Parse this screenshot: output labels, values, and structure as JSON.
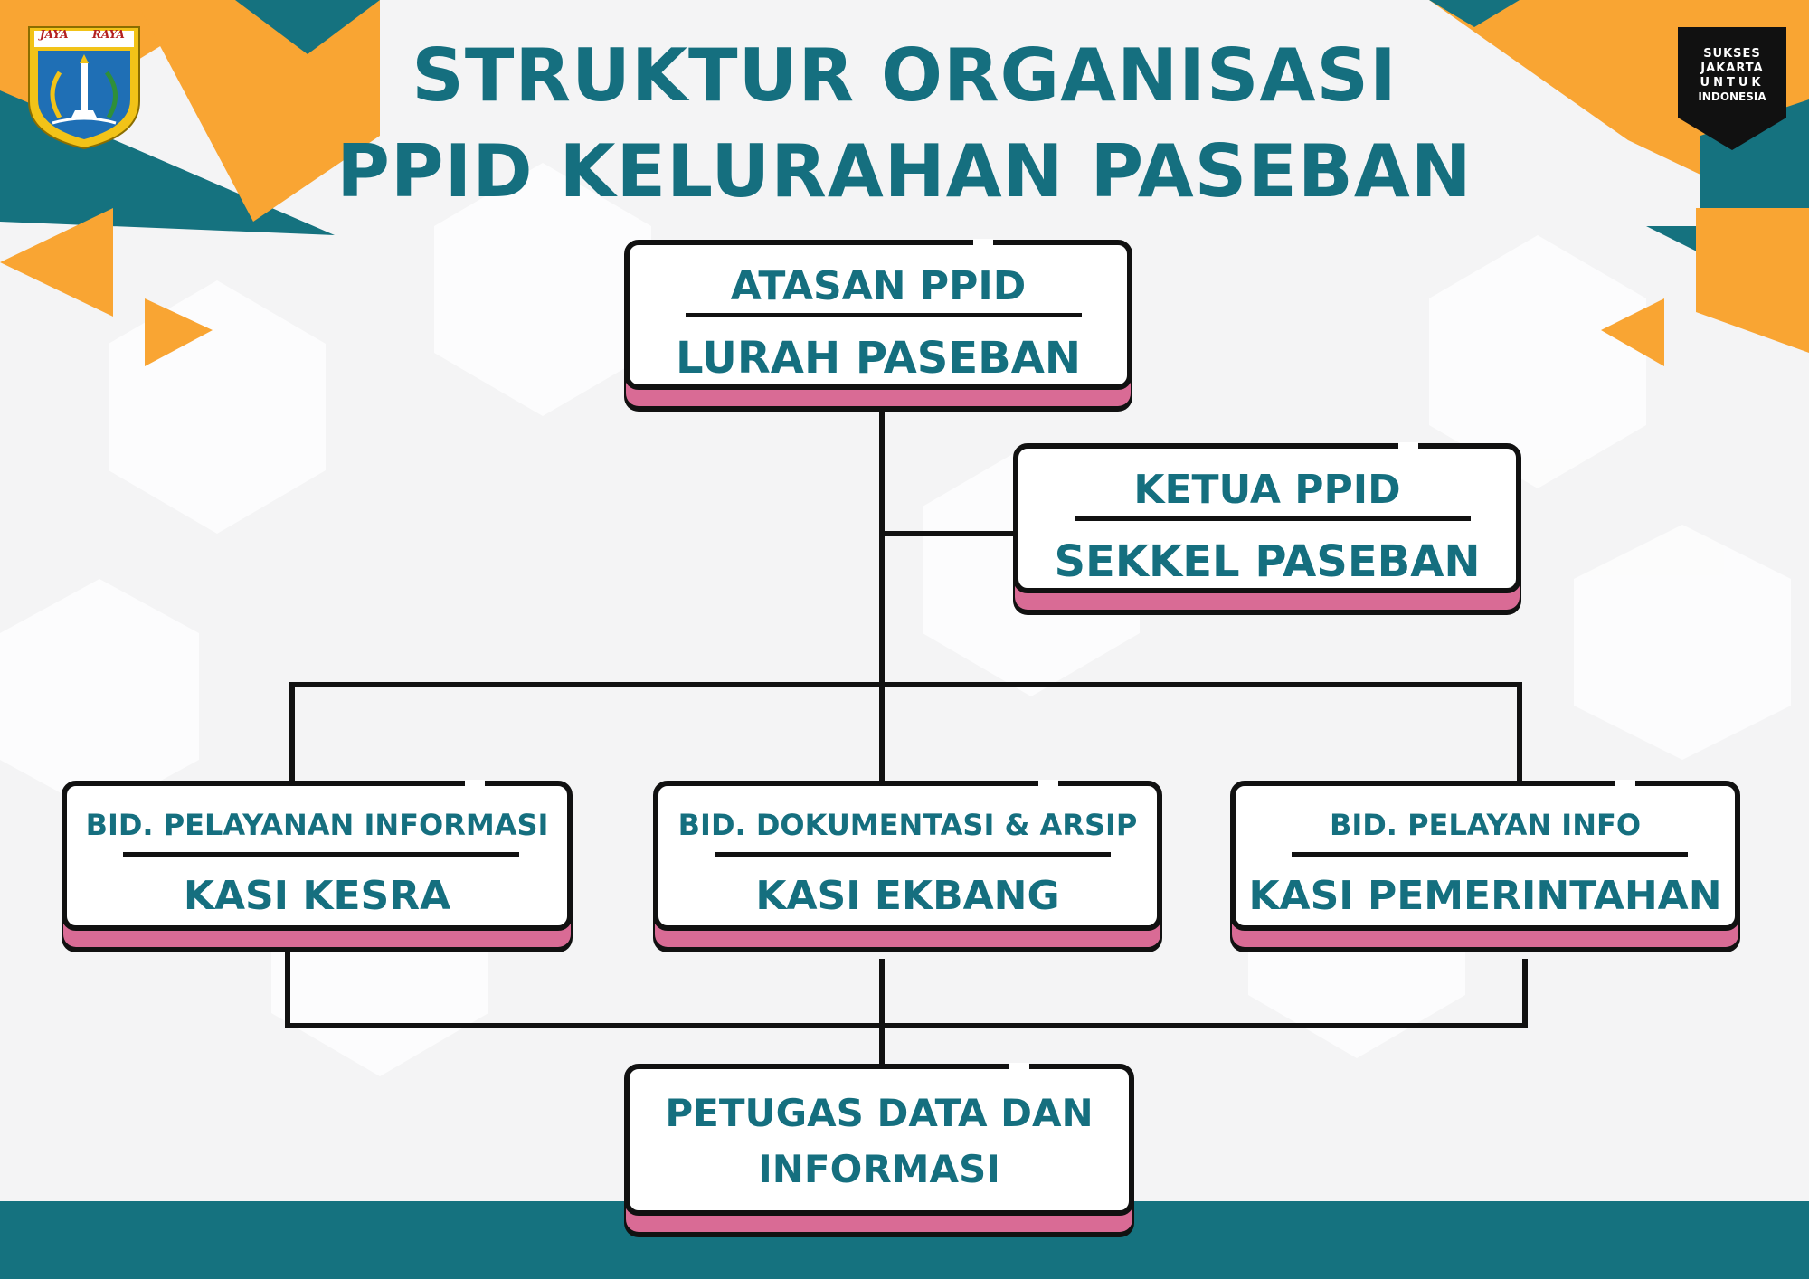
{
  "header": {
    "title_line1": "STRUKTUR ORGANISASI",
    "title_line2": "PPID KELURAHAN PASEBAN"
  },
  "logo_left": {
    "motto_left": "JAYA",
    "motto_right": "RAYA",
    "icon": "jakarta-emblem-icon"
  },
  "logo_right": {
    "line1": "SUKSES",
    "line2": "JAKARTA",
    "line3": "UNTUK",
    "line4": "INDONESIA"
  },
  "org": {
    "atasan": {
      "role": "ATASAN PPID",
      "holder": "LURAH PASEBAN"
    },
    "ketua": {
      "role": "KETUA PPID",
      "holder": "SEKKEL PASEBAN"
    },
    "bid_pelayanan": {
      "role": "BID. PELAYANAN INFORMASI",
      "holder": "KASI KESRA"
    },
    "bid_dokumentasi": {
      "role": "BID. DOKUMENTASI & ARSIP",
      "holder": "KASI EKBANG"
    },
    "bid_pelayan_info": {
      "role": "BID. PELAYAN INFO",
      "holder": "KASI PEMERINTAHAN"
    },
    "petugas": {
      "line1": "PETUGAS DATA DAN",
      "line2": "INFORMASI"
    }
  },
  "colors": {
    "title": "#156f7f",
    "teal": "#15727f",
    "orange": "#f9a533",
    "pink": "#d96b95",
    "outline": "#111111"
  }
}
